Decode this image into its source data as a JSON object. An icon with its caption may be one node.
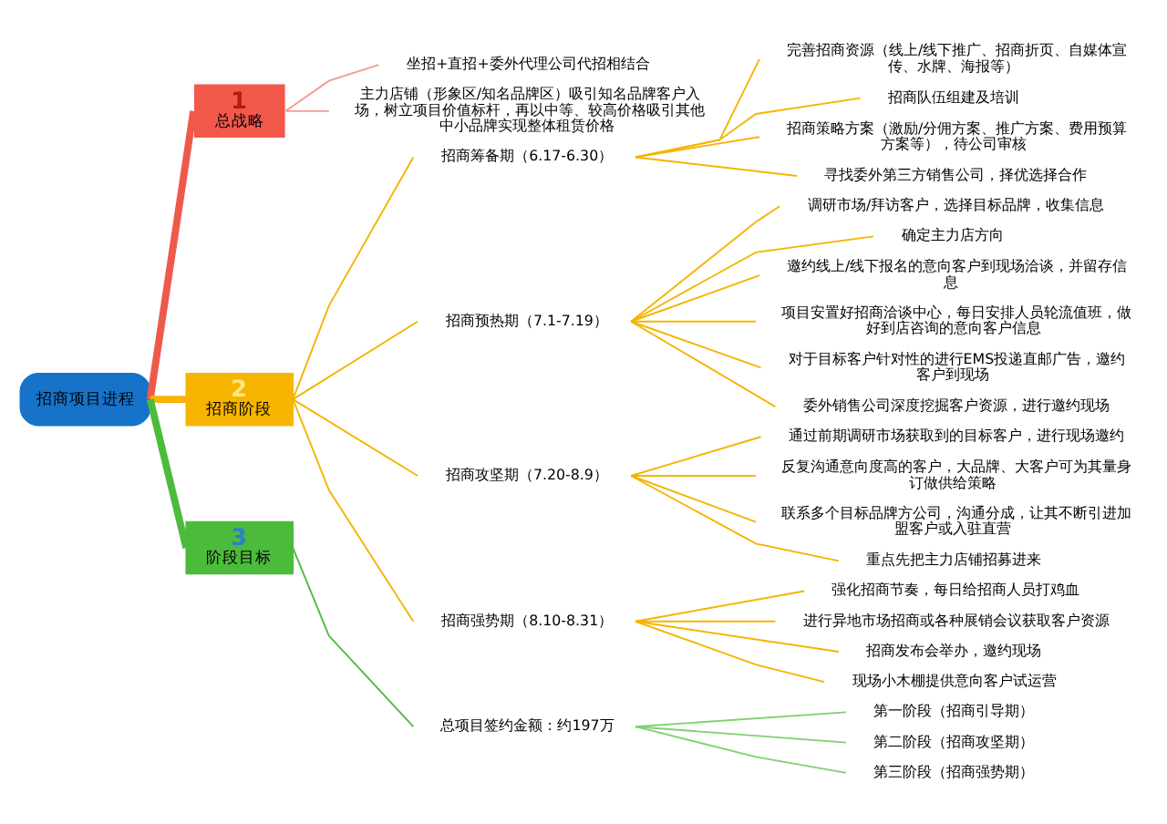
{
  "diagram": {
    "nodes": [
      {
        "text": [
          "招商项目进程"
        ]
      },
      {
        "text": [
          "1",
          "总战略"
        ]
      },
      {
        "text": [
          "坐招+直招+委外代理公司代招相结合"
        ]
      },
      {
        "text": [
          "主力店铺（形象区/知名品牌区）吸引知名品牌客户入场，树立项目价值标杆，再以中等、较高价格吸引其他中小品牌实现整体租赁价格"
        ]
      },
      {
        "text": [
          "2",
          "招商阶段"
        ]
      },
      {
        "text": [
          "招商筹备期（6.17-6.30）"
        ]
      },
      {
        "text": [
          "完善招商资源（线上/线下推广、招商折页、自媒体宣传、水牌、海报等）"
        ]
      },
      {
        "text": [
          "招商队伍组建及培训"
        ]
      },
      {
        "text": [
          "招商策略方案（激励/分佣方案、推广方案、费用预算方案等），待公司审核"
        ]
      },
      {
        "text": [
          "寻找委外第三方销售公司，择优选择合作"
        ]
      },
      {
        "text": [
          "招商预热期（7.1-7.19）"
        ]
      },
      {
        "text": [
          "调研市场/拜访客户，选择目标品牌，收集信息"
        ]
      },
      {
        "text": [
          "确定主力店方向"
        ]
      },
      {
        "text": [
          "邀约线上/线下报名的意向客户到现场洽谈，并留存信息"
        ]
      },
      {
        "text": [
          "项目安置好招商洽谈中心，每日安排人员轮流值班，做好到店咨询的意向客户信息"
        ]
      },
      {
        "text": [
          "对于目标客户针对性的进行EMS投递直邮广告，邀约客户到现场"
        ]
      },
      {
        "text": [
          "委外销售公司深度挖掘客户资源，进行邀约现场"
        ]
      },
      {
        "text": [
          "招商攻坚期（7.20-8.9）"
        ]
      },
      {
        "text": [
          "通过前期调研市场获取到的目标客户，进行现场邀约"
        ]
      },
      {
        "text": [
          "反复沟通意向度高的客户，大品牌、大客户可为其量身订做供给策略"
        ]
      },
      {
        "text": [
          "联系多个目标品牌方公司，沟通分成，让其不断引进加盟客户或入驻直营"
        ]
      },
      {
        "text": [
          "重点先把主力店铺招募进来"
        ]
      },
      {
        "text": [
          "招商强势期（8.10-8.31）"
        ]
      },
      {
        "text": [
          "强化招商节奏，每日给招商人员打鸡血"
        ]
      },
      {
        "text": [
          "进行异地市场招商或各种展销会议获取客户资源"
        ]
      },
      {
        "text": [
          "招商发布会举办，邀约现场"
        ]
      },
      {
        "text": [
          "现场小木棚提供意向客户试运营"
        ]
      },
      {
        "text": [
          "3",
          "阶段目标"
        ]
      },
      {
        "text": [
          "总项目签约金额：约197万"
        ]
      },
      {
        "text": [
          "第一阶段（招商引导期）"
        ]
      },
      {
        "text": [
          "第二阶段（招商攻坚期）"
        ]
      },
      {
        "text": [
          "第三阶段（招商强势期）"
        ]
      }
    ],
    "edges": [
      {
        "from": 0,
        "to": 1,
        "arrow": "none",
        "style": "thick",
        "color": "#ee5a4a"
      },
      {
        "from": 1,
        "to": 2,
        "arrow": "none",
        "color": "#f29a90"
      },
      {
        "from": 1,
        "to": 3,
        "arrow": "none",
        "color": "#f29a90"
      },
      {
        "from": 0,
        "to": 4,
        "arrow": "none",
        "style": "thick"
      },
      {
        "from": 4,
        "to": 5,
        "arrow": "none"
      },
      {
        "from": 5,
        "to": 6,
        "arrow": "none"
      },
      {
        "from": 5,
        "to": 7,
        "arrow": "none"
      },
      {
        "from": 5,
        "to": 8,
        "arrow": "none"
      },
      {
        "from": 5,
        "to": 9,
        "arrow": "none"
      },
      {
        "from": 4,
        "to": 10,
        "arrow": "none"
      },
      {
        "from": 10,
        "to": 11,
        "arrow": "none"
      },
      {
        "from": 10,
        "to": 12,
        "arrow": "none"
      },
      {
        "from": 10,
        "to": 13,
        "arrow": "none"
      },
      {
        "from": 10,
        "to": 14,
        "arrow": "none"
      },
      {
        "from": 10,
        "to": 15,
        "arrow": "none"
      },
      {
        "from": 10,
        "to": 16,
        "arrow": "none"
      },
      {
        "from": 4,
        "to": 17,
        "arrow": "none"
      },
      {
        "from": 17,
        "to": 18,
        "arrow": "none"
      },
      {
        "from": 17,
        "to": 19,
        "arrow": "none"
      },
      {
        "from": 17,
        "to": 20,
        "arrow": "none"
      },
      {
        "from": 17,
        "to": 21,
        "arrow": "none"
      },
      {
        "from": 4,
        "to": 22,
        "arrow": "none"
      },
      {
        "from": 22,
        "to": 23,
        "arrow": "none"
      },
      {
        "from": 22,
        "to": 24,
        "arrow": "none"
      },
      {
        "from": 22,
        "to": 25,
        "arrow": "none"
      },
      {
        "from": 22,
        "to": 26,
        "arrow": "none"
      },
      {
        "from": 0,
        "to": 27,
        "arrow": "none",
        "style": "thick",
        "color": "#4cbb3c"
      },
      {
        "from": 27,
        "to": 28,
        "arrow": "none",
        "color": "#4cbb3c"
      },
      {
        "from": 28,
        "to": 29,
        "arrow": "none",
        "color": "#7fd070"
      },
      {
        "from": 28,
        "to": 30,
        "arrow": "none",
        "color": "#7fd070"
      },
      {
        "from": 28,
        "to": 31,
        "arrow": "none",
        "color": "#7fd070"
      }
    ]
  }
}
